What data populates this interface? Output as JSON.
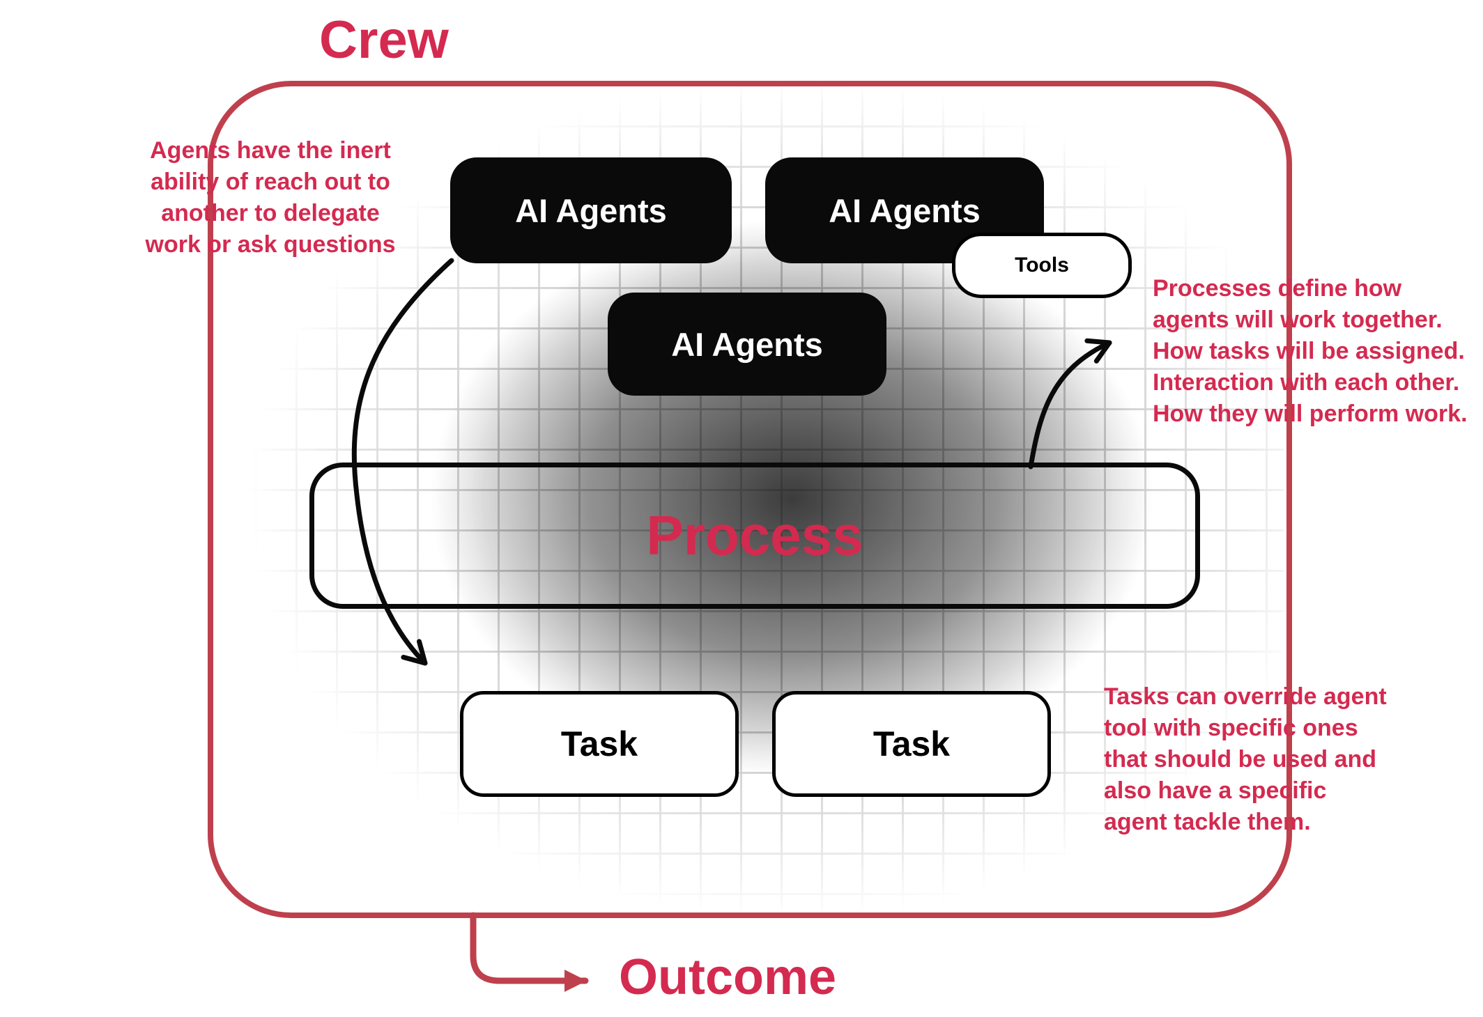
{
  "colors": {
    "accent": "#d42a50",
    "border_red": "#bf404d",
    "black": "#0a0a0a"
  },
  "title": "Crew",
  "outcome": "Outcome",
  "agents": [
    {
      "label": "AI Agents"
    },
    {
      "label": "AI Agents"
    },
    {
      "label": "AI Agents"
    }
  ],
  "tools": {
    "label": "Tools"
  },
  "process": {
    "label": "Process"
  },
  "tasks": [
    {
      "label": "Task"
    },
    {
      "label": "Task"
    }
  ],
  "annotations": {
    "left": [
      "Agents have the inert",
      "ability of reach out to",
      "another to delegate",
      "work or ask questions"
    ],
    "right_top": [
      "Processes define how",
      "agents will work together.",
      "How tasks will be assigned.",
      "Interaction with each other.",
      "How they will perform work."
    ],
    "right_bottom": [
      "Tasks can override agent",
      "tool with specific ones",
      "that should be used and",
      "also have a specific",
      "agent tackle them."
    ]
  }
}
